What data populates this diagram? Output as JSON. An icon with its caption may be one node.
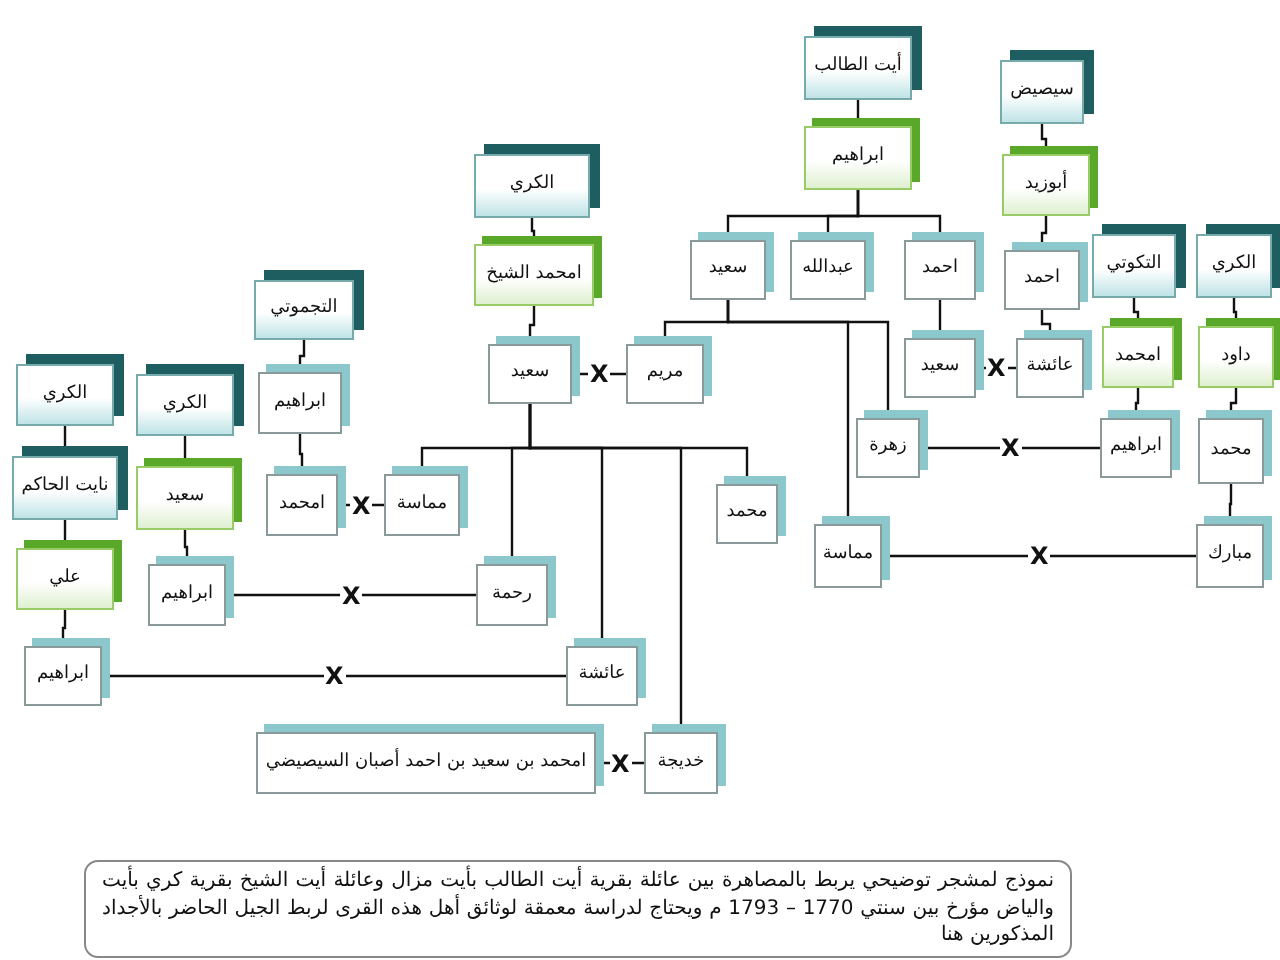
{
  "diagram": {
    "caption": "نموذج لمشجر توضيحي يربط بالمصاهرة بين عائلة بقرية أيت الطالب بأيت مزال وعائلة أيت الشيخ بقرية كري بأيت والياض مؤرخ بين سنتي 1770 – 1793 م ويحتاج لدراسة معمقة لوثائق أهل هذه القرى لربط الجيل الحاضر بالأجداد المذكورين هنا",
    "nodes": [
      {
        "text": [
          "أيت الطالب"
        ]
      },
      {
        "text": [
          "ابراهيم"
        ]
      },
      {
        "text": [
          "سعيد"
        ]
      },
      {
        "text": [
          "عبدالله"
        ]
      },
      {
        "text": [
          "احمد"
        ]
      },
      {
        "text": [
          "سيصيض"
        ]
      },
      {
        "text": [
          "أبوزيد"
        ]
      },
      {
        "text": [
          "احمد"
        ]
      },
      {
        "text": [
          "سعيد"
        ]
      },
      {
        "text": [
          "عائشة"
        ]
      },
      {
        "text": [
          "التكوتي"
        ]
      },
      {
        "text": [
          "امحمد"
        ]
      },
      {
        "text": [
          "الكري"
        ]
      },
      {
        "text": [
          "داود"
        ]
      },
      {
        "text": [
          "ابراهيم"
        ]
      },
      {
        "text": [
          "محمد"
        ]
      },
      {
        "text": [
          "زهرة"
        ]
      },
      {
        "text": [
          "مبارك"
        ]
      },
      {
        "text": [
          "مماسة"
        ]
      },
      {
        "text": [
          "الكري"
        ]
      },
      {
        "text": [
          "امحمد الشيخ"
        ]
      },
      {
        "text": [
          "سعيد"
        ]
      },
      {
        "text": [
          "مريم"
        ]
      },
      {
        "text": [
          "التجموتي"
        ]
      },
      {
        "text": [
          "ابراهيم"
        ]
      },
      {
        "text": [
          "امحمد"
        ]
      },
      {
        "text": [
          "مماسة"
        ]
      },
      {
        "text": [
          "محمد"
        ]
      },
      {
        "text": [
          "رحمة"
        ]
      },
      {
        "text": [
          "عائشة"
        ]
      },
      {
        "text": [
          "خديجة"
        ]
      },
      {
        "text": [
          "امحمد بن سعيد بن احمد أصبان السيصيضي"
        ]
      },
      {
        "text": [
          "الكري"
        ]
      },
      {
        "text": [
          "سعيد"
        ]
      },
      {
        "text": [
          "ابراهيم"
        ]
      },
      {
        "text": [
          "الكري"
        ]
      },
      {
        "text": [
          "نايت الحاكم"
        ]
      },
      {
        "text": [
          "علي"
        ]
      },
      {
        "text": [
          "ابراهيم"
        ]
      }
    ],
    "edges": [
      {
        "from": 0,
        "to": 1,
        "arrow": "none"
      },
      {
        "from": 1,
        "to": 2,
        "arrow": "none"
      },
      {
        "from": 1,
        "to": 3,
        "arrow": "none"
      },
      {
        "from": 1,
        "to": 4,
        "arrow": "none"
      },
      {
        "from": 4,
        "to": 8,
        "arrow": "none"
      },
      {
        "from": 5,
        "to": 6,
        "arrow": "none"
      },
      {
        "from": 6,
        "to": 7,
        "arrow": "none"
      },
      {
        "from": 7,
        "to": 9,
        "arrow": "none"
      },
      {
        "from": 8,
        "to": 9,
        "arrow": "none",
        "label": "X"
      },
      {
        "from": 10,
        "to": 11,
        "arrow": "none"
      },
      {
        "from": 11,
        "to": 14,
        "arrow": "none"
      },
      {
        "from": 12,
        "to": 13,
        "arrow": "none"
      },
      {
        "from": 13,
        "to": 15,
        "arrow": "none"
      },
      {
        "from": 15,
        "to": 17,
        "arrow": "none"
      },
      {
        "from": 2,
        "to": 22,
        "arrow": "none"
      },
      {
        "from": 2,
        "to": 16,
        "arrow": "none"
      },
      {
        "from": 2,
        "to": 18,
        "arrow": "none"
      },
      {
        "from": 16,
        "to": 14,
        "arrow": "none",
        "label": "X"
      },
      {
        "from": 18,
        "to": 17,
        "arrow": "none",
        "label": "X"
      },
      {
        "from": 19,
        "to": 20,
        "arrow": "none"
      },
      {
        "from": 20,
        "to": 21,
        "arrow": "none"
      },
      {
        "from": 21,
        "to": 22,
        "arrow": "none",
        "label": "X"
      },
      {
        "from": 21,
        "to": 26,
        "arrow": "none"
      },
      {
        "from": 21,
        "to": 28,
        "arrow": "none"
      },
      {
        "from": 21,
        "to": 29,
        "arrow": "none"
      },
      {
        "from": 21,
        "to": 30,
        "arrow": "none"
      },
      {
        "from": 21,
        "to": 27,
        "arrow": "none"
      },
      {
        "from": 23,
        "to": 24,
        "arrow": "none"
      },
      {
        "from": 24,
        "to": 25,
        "arrow": "none"
      },
      {
        "from": 25,
        "to": 26,
        "arrow": "none",
        "label": "X"
      },
      {
        "from": 32,
        "to": 33,
        "arrow": "none"
      },
      {
        "from": 33,
        "to": 34,
        "arrow": "none"
      },
      {
        "from": 34,
        "to": 28,
        "arrow": "none",
        "label": "X"
      },
      {
        "from": 35,
        "to": 36,
        "arrow": "none"
      },
      {
        "from": 36,
        "to": 37,
        "arrow": "none"
      },
      {
        "from": 37,
        "to": 38,
        "arrow": "none"
      },
      {
        "from": 38,
        "to": 29,
        "arrow": "none",
        "label": "X"
      },
      {
        "from": 31,
        "to": 30,
        "arrow": "none",
        "label": "X"
      }
    ]
  }
}
